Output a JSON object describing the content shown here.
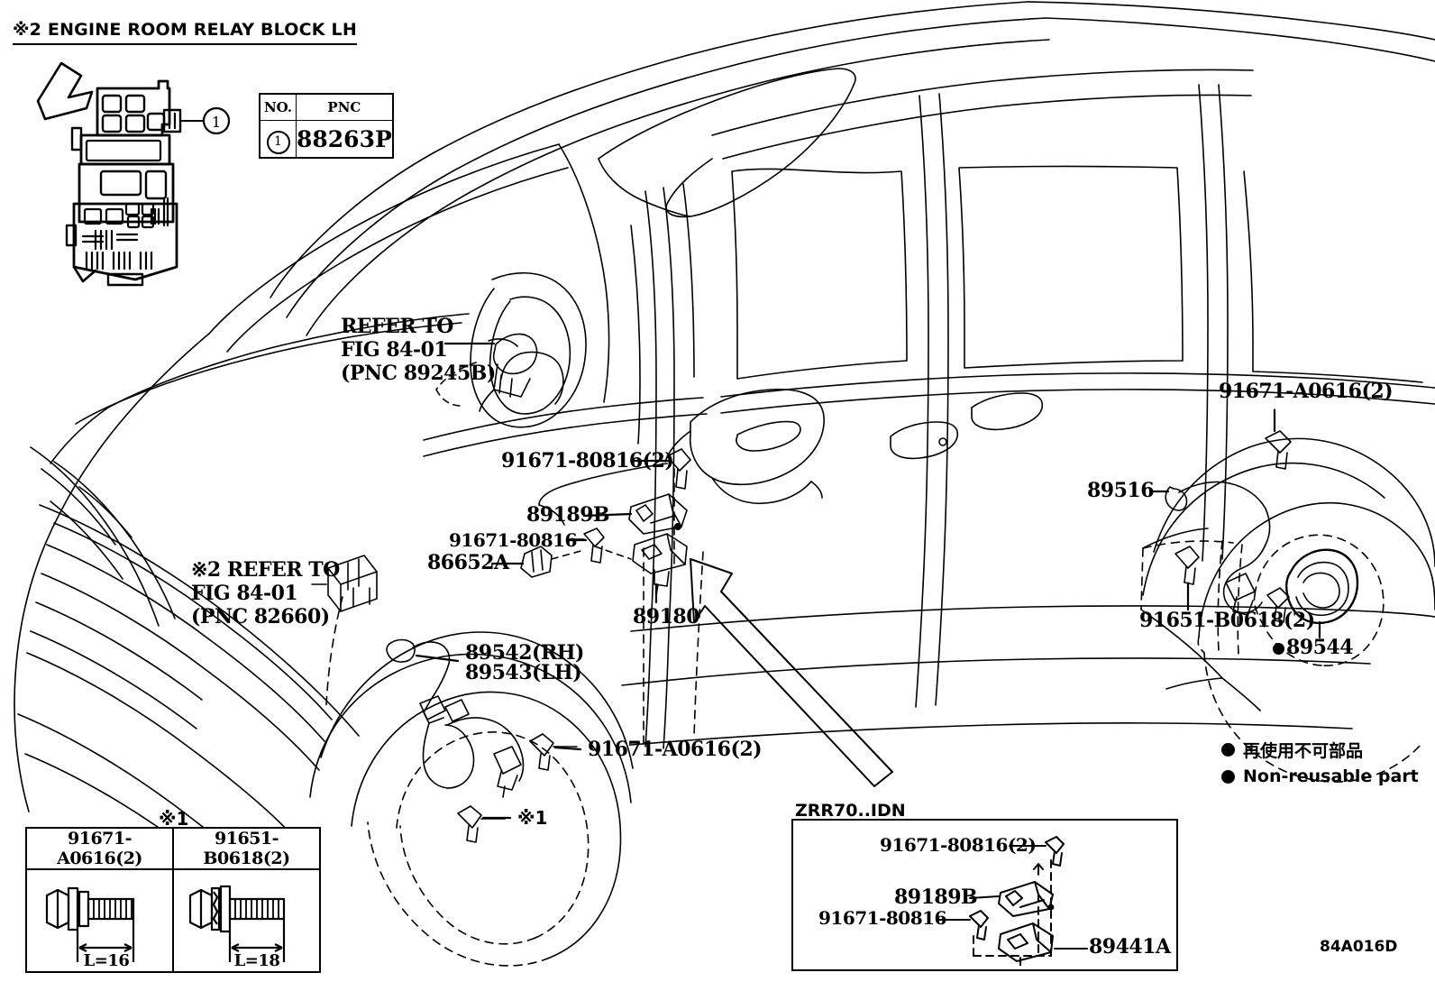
{
  "header": {
    "title": "※2 ENGINE ROOM RELAY BLOCK LH"
  },
  "pnc_table": {
    "col_no": "NO.",
    "col_pnc": "PNC",
    "row_no": "1",
    "row_pnc": "88263P"
  },
  "callouts": {
    "refer_84_01_a_line1": "REFER TO",
    "refer_84_01_a_line2": "FIG 84-01",
    "refer_84_01_a_line3": "(PNC 89245B)",
    "refer_84_01_b_line1": "※2 REFER TO",
    "refer_84_01_b_line2": "FIG 84-01",
    "refer_84_01_b_line3": "(PNC 82660)",
    "bolt_91671_80816_2": "91671-80816(2)",
    "clamp_89189b": "89189B",
    "bolt_91671_80816": "91671-80816",
    "grommet_86652a": "86652A",
    "sensor_89180": "89180",
    "sensor_89542_rh": "89542(RH)",
    "sensor_89543_lh": "89543(LH)",
    "bolt_91671_a0616_2_front": "91671-A0616(2)",
    "star1_front": "※1",
    "star1_bolt_lower": "※1",
    "bolt_91671_a0616_2_rear": "91671-A0616(2)",
    "sensor_89516": "89516",
    "bolt_91651_b0618_2": "91651-B0618(2)",
    "rotor_89544": "89544"
  },
  "bolt_table": {
    "star": "※1",
    "columns": [
      {
        "part": "91671-A0616(2)",
        "length": "L=16"
      },
      {
        "part": "91651-B0618(2)",
        "length": "L=18"
      }
    ]
  },
  "inset": {
    "code": "ZRR70..IDN",
    "bolt_91671_80816_2": "91671-80816(2)",
    "clamp_89189b": "89189B",
    "bolt_91671_80816": "91671-80816",
    "sensor_89441a": "89441A"
  },
  "legend": {
    "jp": "再使用不可部品",
    "en": "Non-reusable part"
  },
  "figure_code": "84A016D",
  "colors": {
    "ink": "#000000",
    "paper": "#ffffff"
  }
}
